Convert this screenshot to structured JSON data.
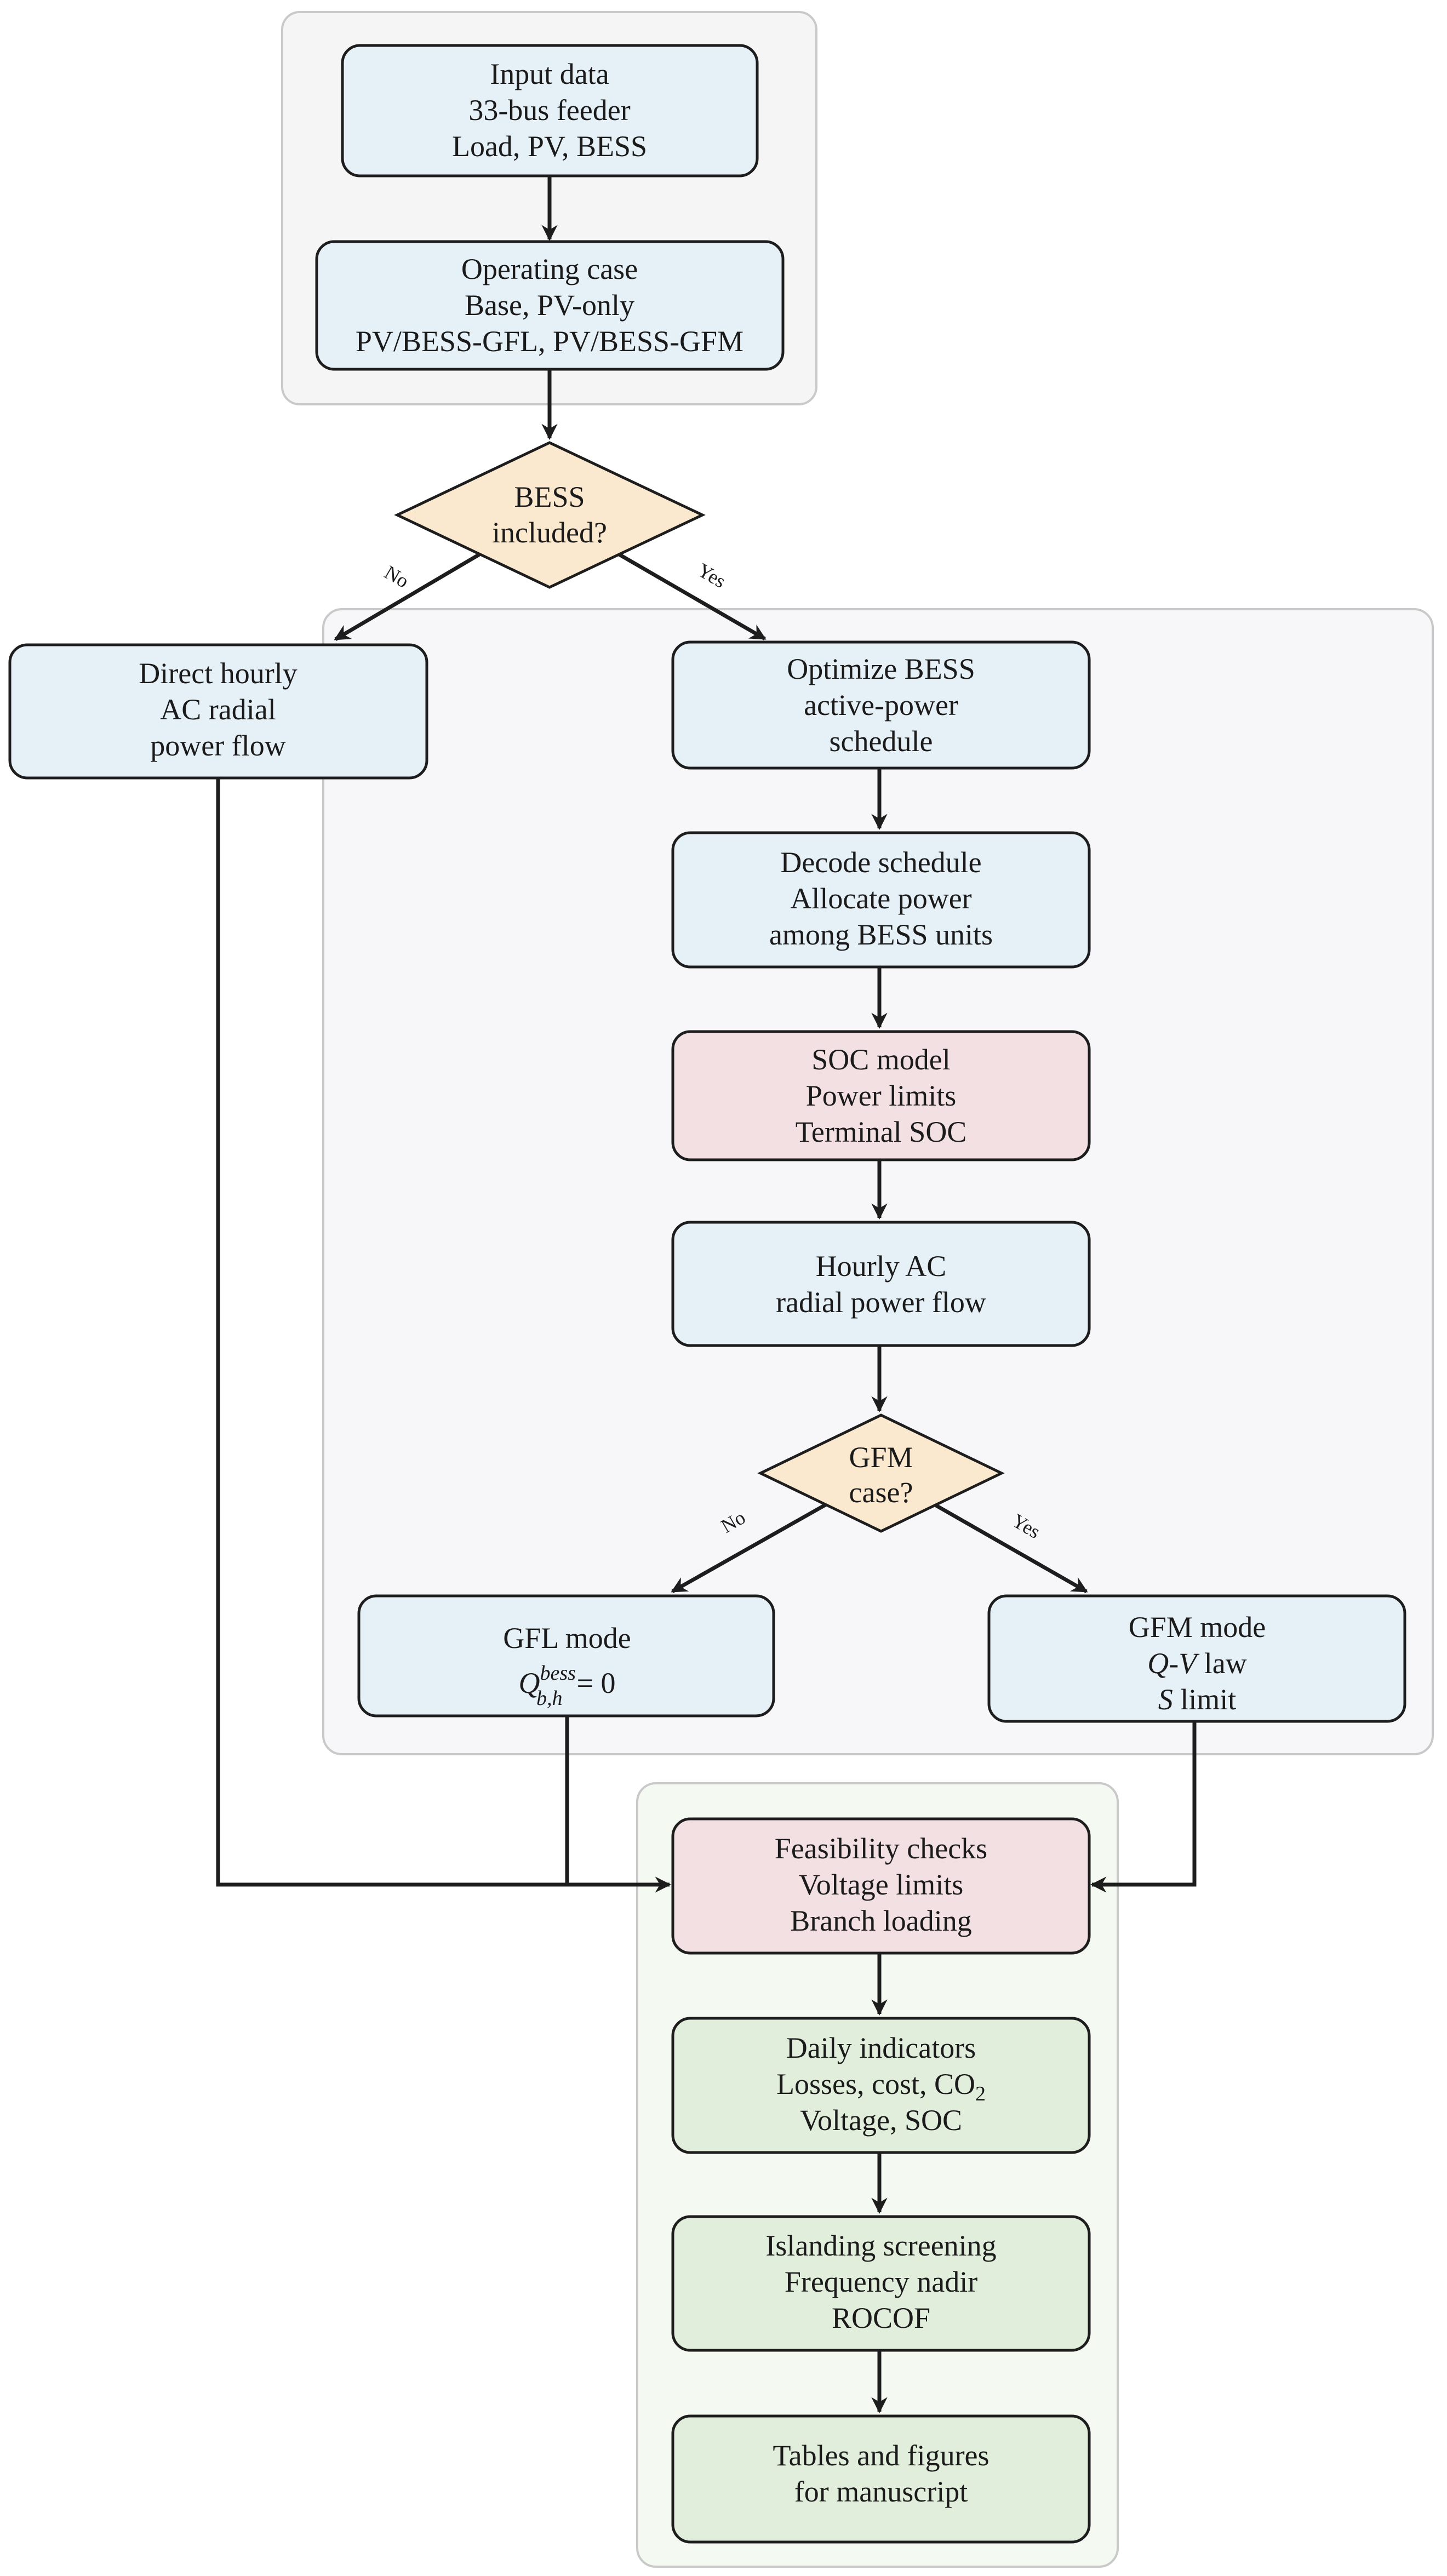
{
  "colors": {
    "process_fill": "#e6f0f7",
    "check_fill": "#f3e0e3",
    "output_fill": "#e2eedc",
    "decision_fill": "#fbe9cf",
    "input_group_fill": "#f5f5f5",
    "bess_group_fill": "#f7f7fa",
    "output_group_fill": "#f4f9f2",
    "line": "#1d1d1d"
  },
  "nodes": {
    "input_data": {
      "lines": [
        "Input data",
        "33-bus feeder",
        "Load, PV, BESS"
      ]
    },
    "operating_case": {
      "lines": [
        "Operating case",
        "Base, PV-only",
        "PV/BESS-GFL, PV/BESS-GFM"
      ]
    },
    "bess_included": {
      "lines": [
        "BESS",
        "included?"
      ]
    },
    "direct_power_flow": {
      "lines": [
        "Direct hourly",
        "AC radial",
        "power flow"
      ]
    },
    "optimize_bess": {
      "lines": [
        "Optimize BESS",
        "active-power",
        "schedule"
      ]
    },
    "decode_schedule": {
      "lines": [
        "Decode schedule",
        "Allocate power",
        "among BESS units"
      ]
    },
    "soc_model": {
      "lines": [
        "SOC model",
        "Power limits",
        "Terminal SOC"
      ]
    },
    "hourly_power_flow": {
      "lines": [
        "Hourly AC",
        "radial power flow"
      ]
    },
    "gfm_case": {
      "lines": [
        "GFM",
        "case?"
      ]
    },
    "gfl_mode": {
      "title": "GFL mode",
      "formula": {
        "symbol": "Q",
        "superscript": "bess",
        "subscript": "b,h",
        "rhs": "= 0"
      }
    },
    "gfm_mode": {
      "title": "GFM mode",
      "qv": {
        "italic": "Q-V",
        "rest": " law"
      },
      "slimit": {
        "italic": "S",
        "rest": " limit"
      }
    },
    "feasibility_checks": {
      "lines": [
        "Feasibility checks",
        "Voltage limits",
        "Branch loading"
      ]
    },
    "daily_indicators": {
      "line1": "Daily indicators",
      "line2": {
        "text": "Losses, cost, CO",
        "subscript": "2"
      },
      "line3": "Voltage, SOC"
    },
    "islanding_screening": {
      "lines": [
        "Islanding screening",
        "Frequency nadir",
        "ROCOF"
      ]
    },
    "tables_figures": {
      "lines": [
        "Tables and figures",
        "for manuscript"
      ]
    }
  },
  "edge_labels": {
    "bess_no": "No",
    "bess_yes": "Yes",
    "gfm_no": "No",
    "gfm_yes": "Yes"
  }
}
